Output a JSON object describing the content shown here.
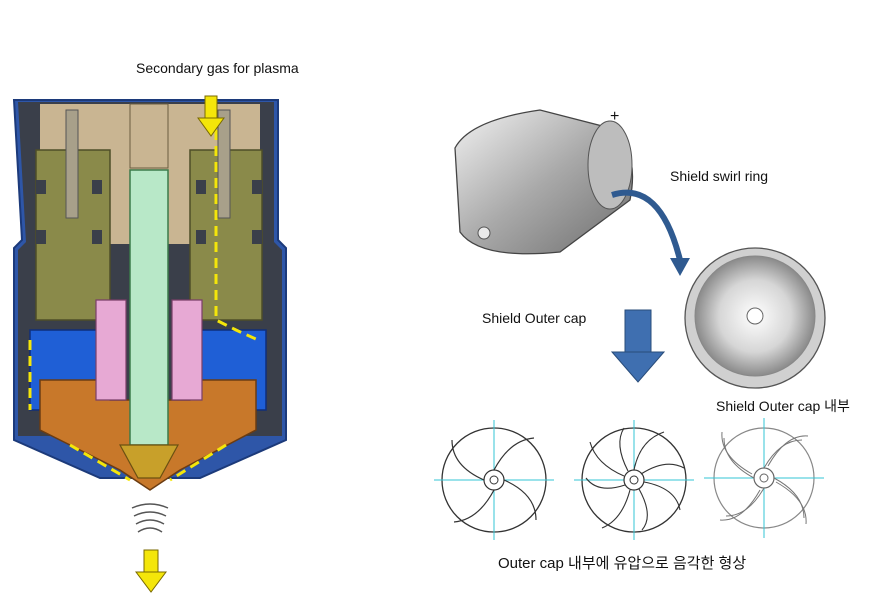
{
  "labels": {
    "secondary_gas": "Secondary gas for plasma",
    "plus_mark": "+",
    "shield_swirl_ring": "Shield swirl ring",
    "shield_outer_cap": "Shield Outer cap",
    "shield_outer_cap_inner": "Shield Outer cap 내부",
    "outer_cap_caption": "Outer cap 내부에 유압으로 음각한 형상"
  },
  "colors": {
    "outer_shell": "#2e56a8",
    "body_tan": "#c9b592",
    "body_olive": "#8a8a4a",
    "insulator_blue": "#1f5fd6",
    "swirl_pink": "#e7a9d4",
    "nozzle_orange": "#c8782a",
    "electrode_green": "#b8e8c8",
    "gas_arrow": "#f4e60a",
    "flow_arrow_blue": "#3f6fb0",
    "cyan_centerline": "#33c6d6"
  },
  "icons": [
    "gas-inlet-arrow",
    "plasma-outlet-arrow",
    "flow-curve-arrow",
    "down-arrow"
  ]
}
